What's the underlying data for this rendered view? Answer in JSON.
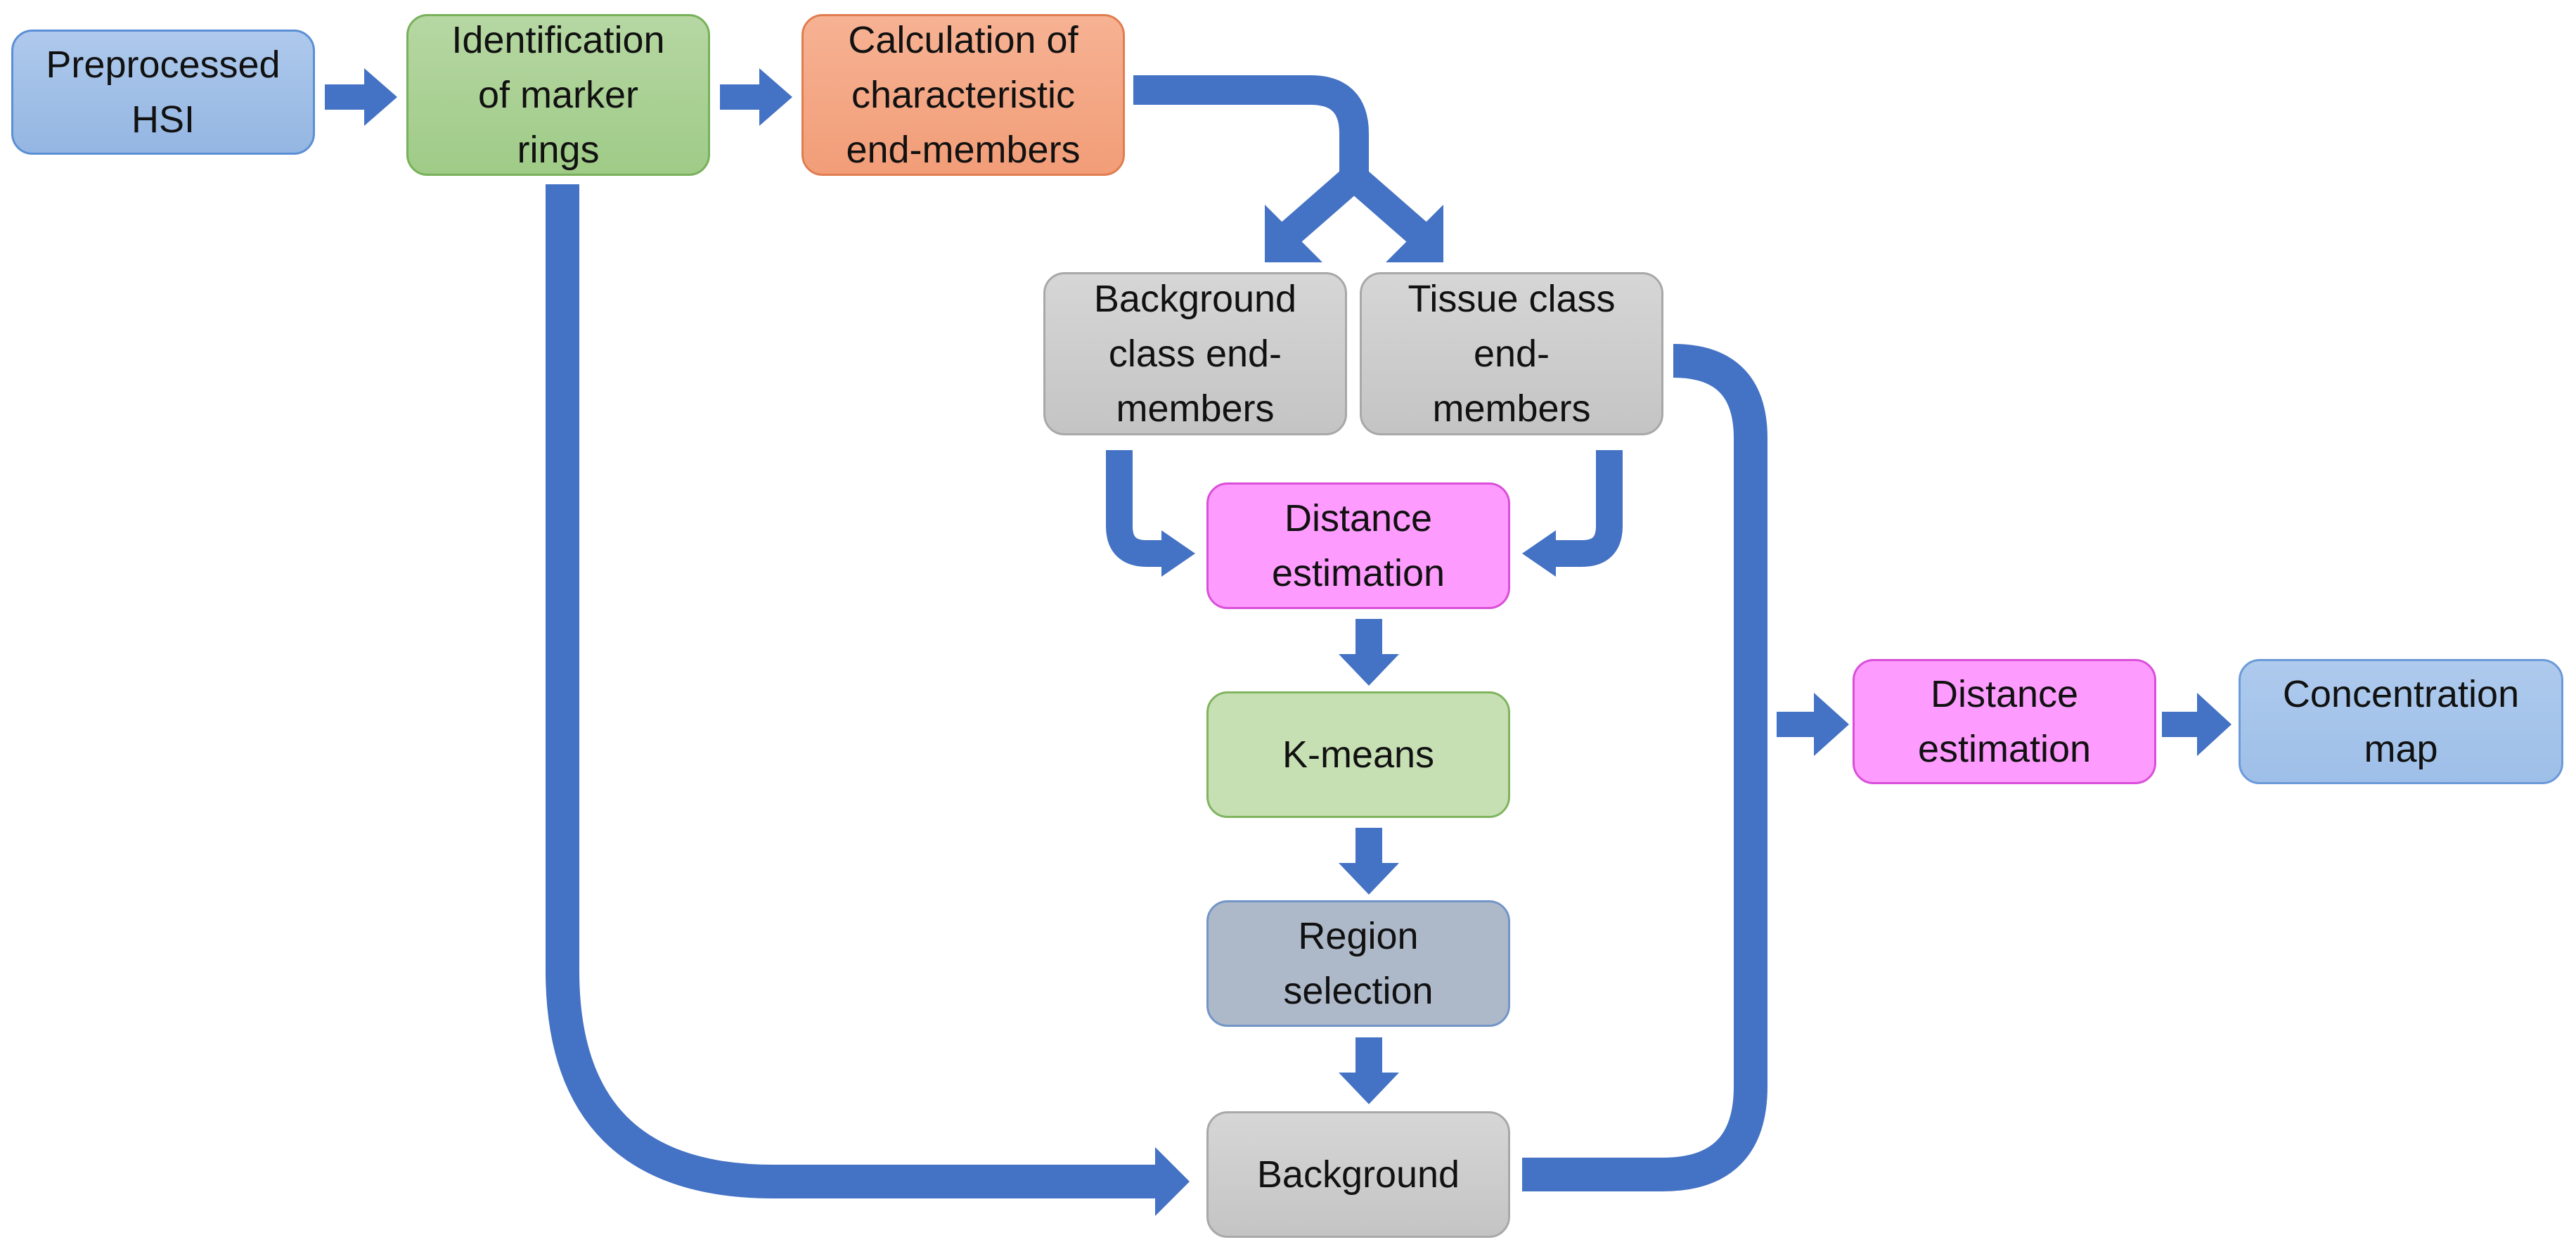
{
  "colors": {
    "arrow": "#4472c4",
    "preprocessed": "#a4c2ea",
    "identification": "#a9d18e",
    "calculation": "#f4a582",
    "endmembers": "#cfcfcf",
    "distance": "#ff99ff",
    "kmeans": "#c5e0b4",
    "region": "#adb9ca",
    "concentration": "#a6c4ea"
  },
  "nodes": {
    "preprocessed_hsi": "Preprocessed\nHSI",
    "identification": "Identification\nof marker\nrings",
    "calculation": "Calculation of\ncharacteristic\nend-members",
    "background_class": "Background\nclass end-\nmembers",
    "tissue_class": "Tissue class\nend-\nmembers",
    "distance_estimation_1": "Distance\nestimation",
    "kmeans": "K-means",
    "region_selection": "Region\nselection",
    "background": "Background",
    "distance_estimation_2": "Distance\nestimation",
    "concentration_map": "Concentration\nmap"
  }
}
